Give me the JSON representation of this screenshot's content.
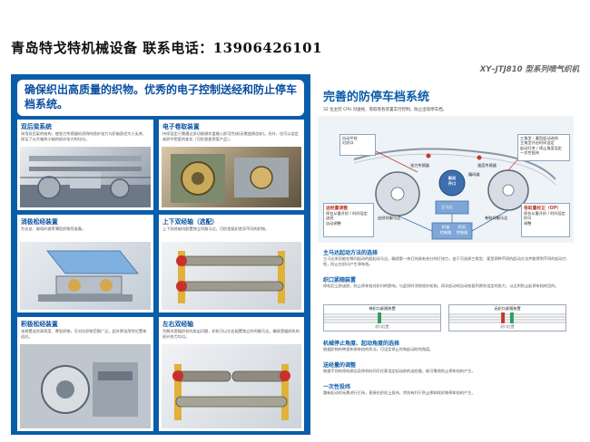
{
  "header": {
    "contact": "青岛特戈特机械设备  联系电话：13906426101",
    "model_title": "XY–JTJ810 型系列喷气织机"
  },
  "left_panel": {
    "headline": "确保织出高质量的织物。优秀的电子控制送经和防止停车档系统。",
    "features": [
      {
        "title": "双后梁系统",
        "desc": "采用双后梁的结构，使张力传感器检测到的经纱张力与织轴直径大小无关，保证了从大轴到小轴的经纱张力的均匀。"
      },
      {
        "title": "电子卷取装置",
        "desc": "持续设定只需通过多功能操作盘输入即可完成(无需变换齿轮)。另外，也可以设定或织中密度的变化（可织造变密度产品）。"
      },
      {
        "title": "消极松经装置",
        "desc": "为长丝、玻璃纤维等薄型织物而准备。"
      },
      {
        "title": "上下双经轴（选配）",
        "desc": "上下双经轴均配置独立伺服马达，可织造组织差异不同的织物。"
      },
      {
        "title": "积极松经装置",
        "desc": "该装置适合高密度、厚型织物，可对应织物范围广泛，此外更适用性位置来适应。"
      },
      {
        "title": "左右双经轴",
        "desc": "为解决宽幅织机的卖出问题，织机可以左右配置独立的伺服马达，确保宽幅织机的经纱张力均匀。"
      }
    ]
  },
  "right_panel": {
    "title": "完善的防停车档系统",
    "subtitle": "32 位主控 CPU 对送经、卷取等各装置实行控制，防止出现停车档。",
    "diagram": {
      "tl_text": "自动平纹\n对织口",
      "tr_text": "三角型・凝型起动选择\n主角型开启时间设定\n起动开关 / 停止角度设定\n一次性投纬",
      "sensor_left": "张力传感器",
      "sensor_right": "速度传感器",
      "center_label": "驱动\n开口",
      "motor_label": "编码器",
      "mid_label": "主马达",
      "bottom_center": "织轴\n控制器",
      "bottom_right": "织机\n控制器",
      "servo_label": "送经伺服马达",
      "gear_label": "卷取伺服马达",
      "left_box": {
        "h": "送经量调整",
        "t": "停台从重开织 / 时间设定\n送经\n自动调整"
      },
      "right_box": {
        "h": "卷取量校正（OP）",
        "t": "停台从重开织 / 时间设定\n织口\n调整"
      }
    },
    "sections": [
      {
        "title": "主马达起动方法的选择",
        "text": "主马达采用能在瞬间起动的超起动马达。确保第一纬打纬具有充分的打纬力，由于可选择三角型、星型两种不同的起动方法并能得到不同的起动力矩，防止在织口产生停车档。"
      },
      {
        "title": "织口紧随装置",
        "text": "停机后立即送经，防止停车档对织口的影响。与此同时消除经纱松驰，再次起动时自动恢复到原先设定的张力，以达到防止起停车档的目的。"
      },
      {
        "title": "机械停止角度、起动角度的选择",
        "text": "根据织物的种类和停车档的状况，可设定停止时和起动时的角度。"
      },
      {
        "title": "送经量的调整",
        "text": "根据不同的停机原因及停机时间可任意设定起动前的送经量，能可靠地防止停车档的产生。"
      },
      {
        "title": "一次性投纬",
        "text": "重新起动时无需进行打纬，直接在织机上投纬，特别有利于防止厚斜纹织物停车档的产生。"
      }
    ],
    "panels": [
      {
        "cap": "带织口紧随装置",
        "bottom": "织口位置"
      },
      {
        "cap": "无织口紧随装置",
        "bottom": "织口位置"
      }
    ]
  },
  "colors": {
    "brand_blue": "#0a5da8",
    "accent_red": "#c0392b"
  }
}
